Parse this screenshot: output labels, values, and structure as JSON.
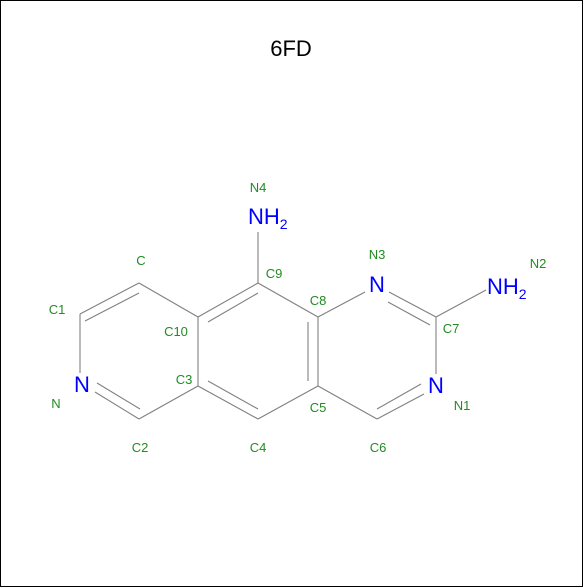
{
  "title": "6FD",
  "colors": {
    "bond": "#808080",
    "nitrogen": "#0000ff",
    "label": "#228b22",
    "title": "#000000"
  },
  "atom_symbols": {
    "ring_nitrogen": "N",
    "n1": "N",
    "n3": "N",
    "nh2_n": "NH",
    "nh2_sub": "2"
  },
  "atom_labels": {
    "C": "C",
    "C1": "C1",
    "N": "N",
    "C2": "C2",
    "C3": "C3",
    "C4": "C4",
    "C5": "C5",
    "C6": "C6",
    "N1": "N1",
    "C7": "C7",
    "N2": "N2",
    "N3": "N3",
    "C8": "C8",
    "C9": "C9",
    "N4": "N4",
    "C10": "C10"
  }
}
